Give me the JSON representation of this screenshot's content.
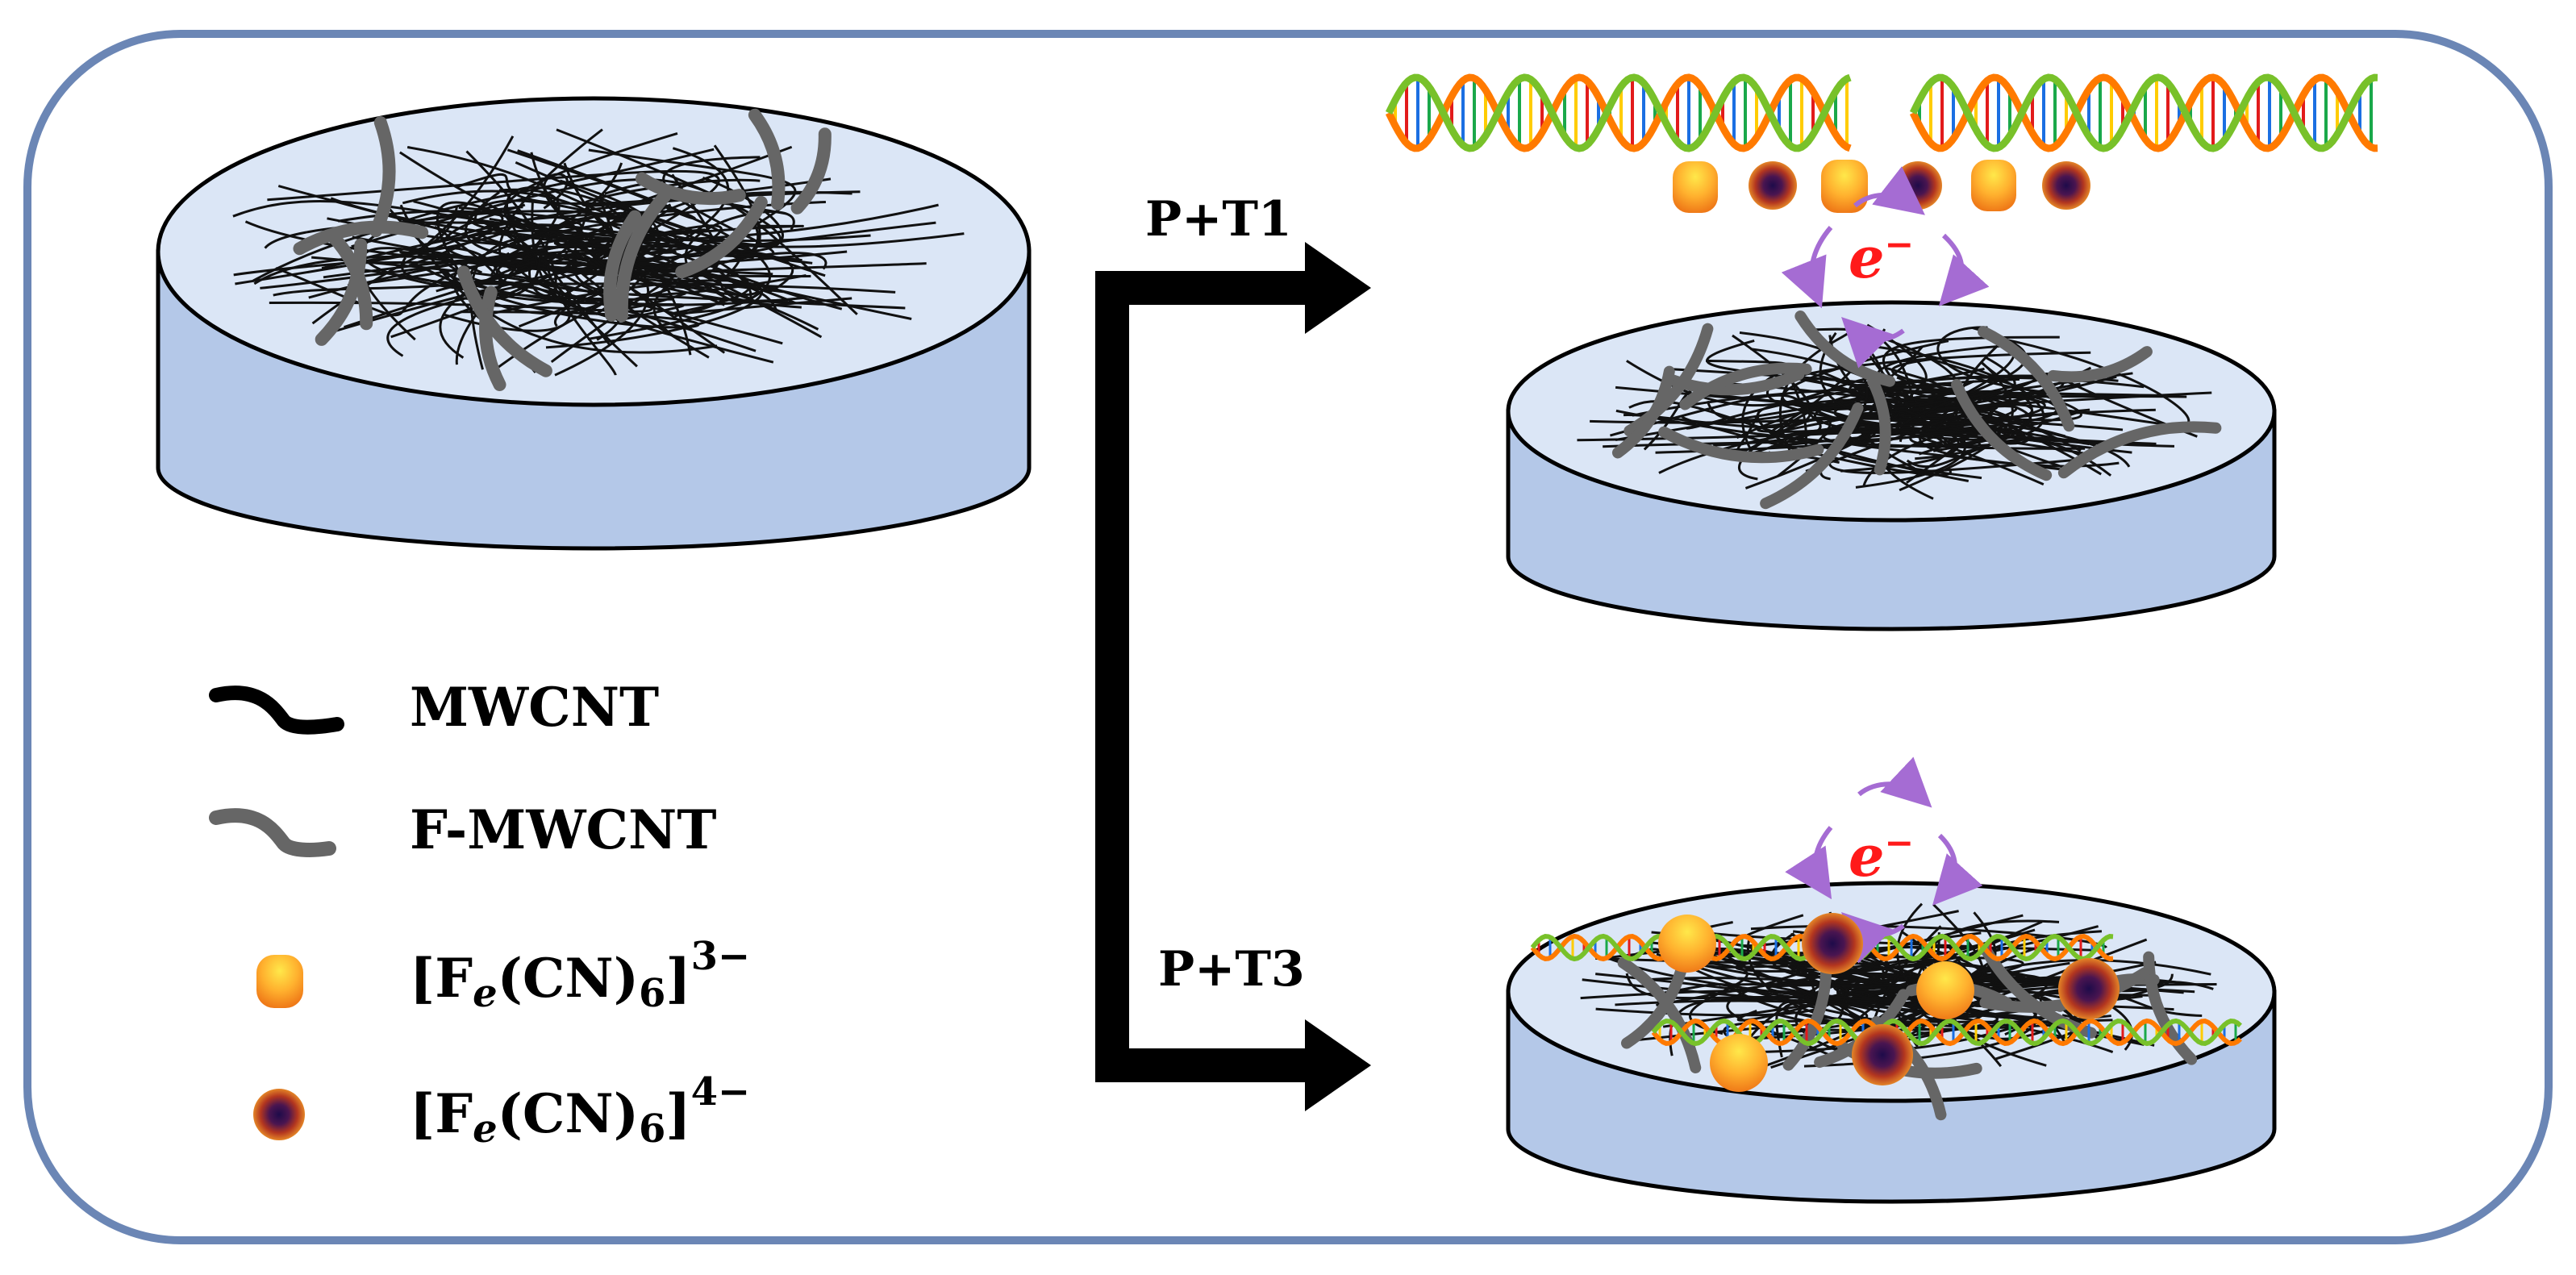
{
  "colors": {
    "frame_border": "#6b86b5",
    "disk_top": "#dbe6f6",
    "disk_side": "#b4c8e8",
    "mwcnt": "#111111",
    "f_mwcnt": "#666666",
    "arrow": "#000000",
    "electron_text": "#ff1a1a",
    "electron_arrows": "#a56cd3",
    "fe3_gradient": [
      "#ffd93b",
      "#ffb02e",
      "#f07a18"
    ],
    "fe4_gradient": [
      "#2b0f55",
      "#7a1f46",
      "#d04a1b",
      "#f3a02a"
    ]
  },
  "legend": {
    "mwcnt": "MWCNT",
    "f_mwcnt": "F-MWCNT",
    "fe3_prefix": "[F",
    "fe3_sub": "e",
    "fe3_mid": "(CN)",
    "fe3_idx": "6",
    "fe3_close": "]",
    "fe3_charge": "3−",
    "fe4_prefix": "[F",
    "fe4_sub": "e",
    "fe4_mid": "(CN)",
    "fe4_idx": "6",
    "fe4_close": "]",
    "fe4_charge": "4−"
  },
  "arrows": {
    "upper_label": "P+T1",
    "lower_label": "P+T3"
  },
  "electron": {
    "upper_symbol": "e",
    "upper_charge": "−",
    "lower_symbol": "e",
    "lower_charge": "−"
  },
  "icons": {
    "dna": "dna-double-helix-icon",
    "fe3": "fe3-ion-icon",
    "fe4": "fe4-ion-icon",
    "electron_cycle": "electron-transfer-cycle-icon"
  }
}
